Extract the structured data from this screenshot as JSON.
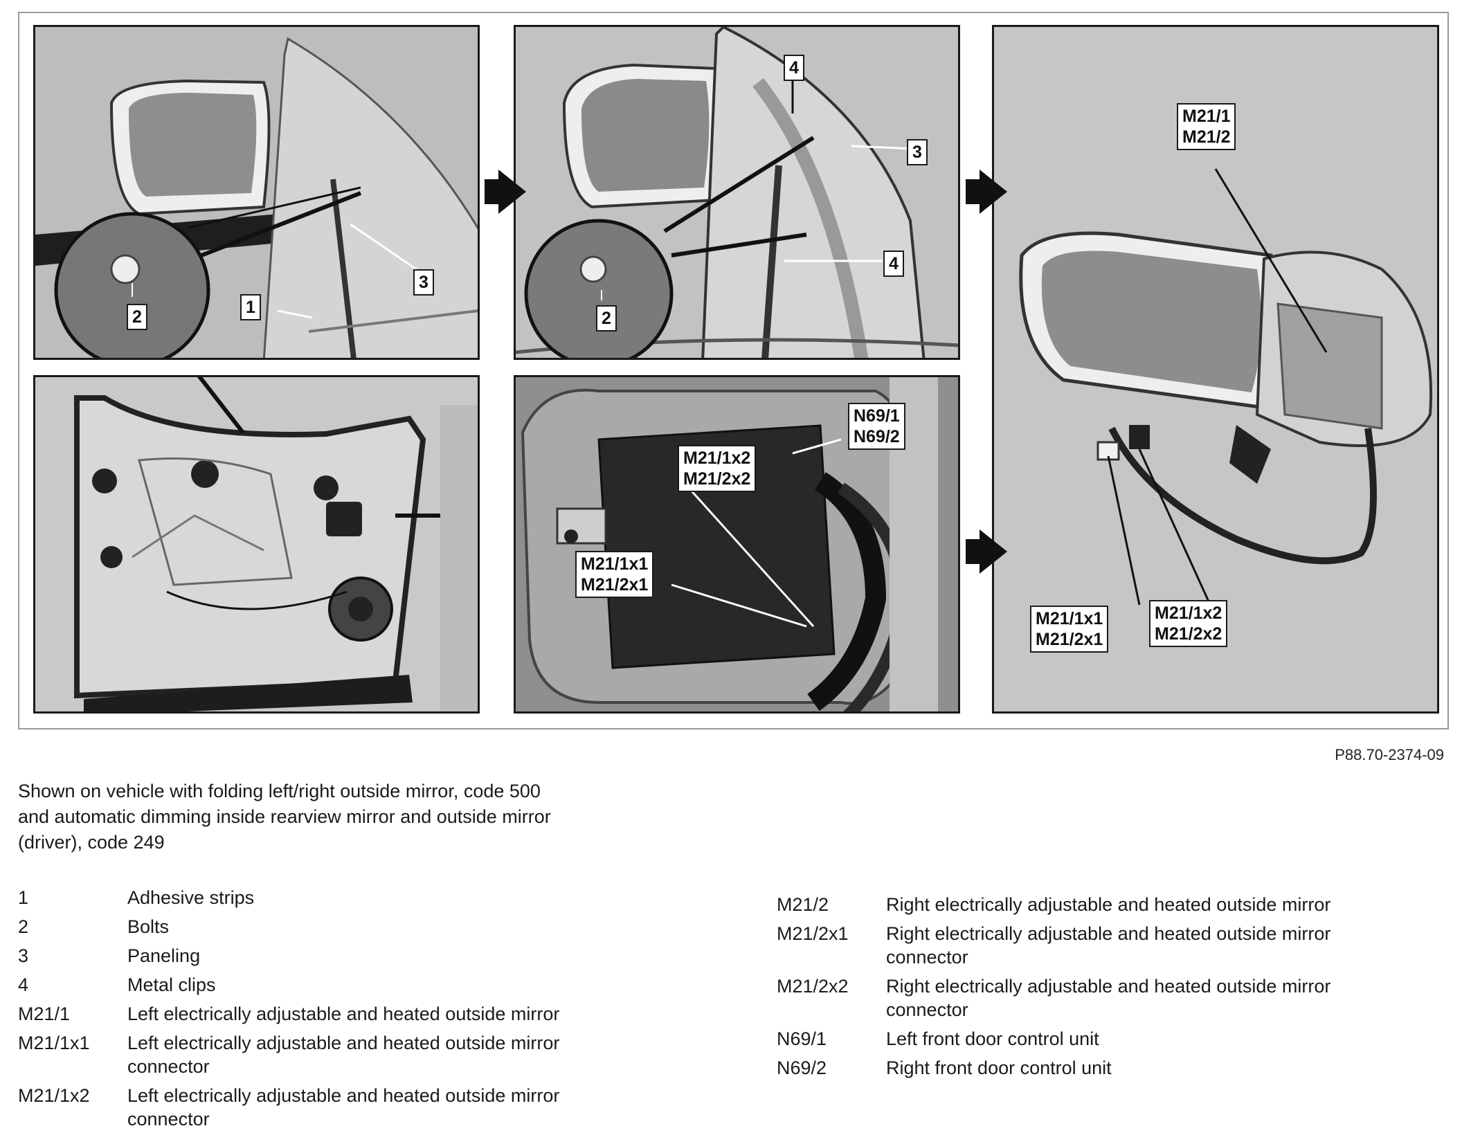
{
  "figure": {
    "id": "P88.70-2374-09",
    "callouts": {
      "p1": [
        "1",
        "2",
        "3"
      ],
      "p2": [
        "4",
        "3",
        "4",
        "2"
      ],
      "p5": [
        "N69/1\nN69/2",
        "M21/1x2\nM21/2x2",
        "M21/1x1\nM21/2x1"
      ],
      "p6": [
        "M21/1\nM21/2",
        "M21/1x1\nM21/2x1",
        "M21/1x2\nM21/2x2"
      ]
    }
  },
  "caption": "Shown on vehicle with folding left/right outside mirror, code 500 and automatic dimming inside rearview mirror and outside mirror (driver), code 249",
  "legend_left": [
    {
      "code": "1",
      "desc": "Adhesive strips"
    },
    {
      "code": "2",
      "desc": "Bolts"
    },
    {
      "code": "3",
      "desc": "Paneling"
    },
    {
      "code": "4",
      "desc": "Metal clips"
    },
    {
      "code": "M21/1",
      "desc": "Left electrically adjustable and heated outside mirror"
    },
    {
      "code": "M21/1x1",
      "desc": "Left electrically adjustable and heated outside mirror connector"
    },
    {
      "code": "M21/1x2",
      "desc": "Left electrically adjustable and heated outside mirror connector"
    }
  ],
  "legend_right": [
    {
      "code": "M21/2",
      "desc": "Right electrically adjustable and heated outside mirror"
    },
    {
      "code": "M21/2x1",
      "desc": "Right electrically adjustable and heated outside mirror connector"
    },
    {
      "code": "M21/2x2",
      "desc": "Right electrically adjustable and heated outside mirror connector"
    },
    {
      "code": "N69/1",
      "desc": "Left front door control unit"
    },
    {
      "code": "N69/2",
      "desc": "Right front door control unit"
    }
  ]
}
